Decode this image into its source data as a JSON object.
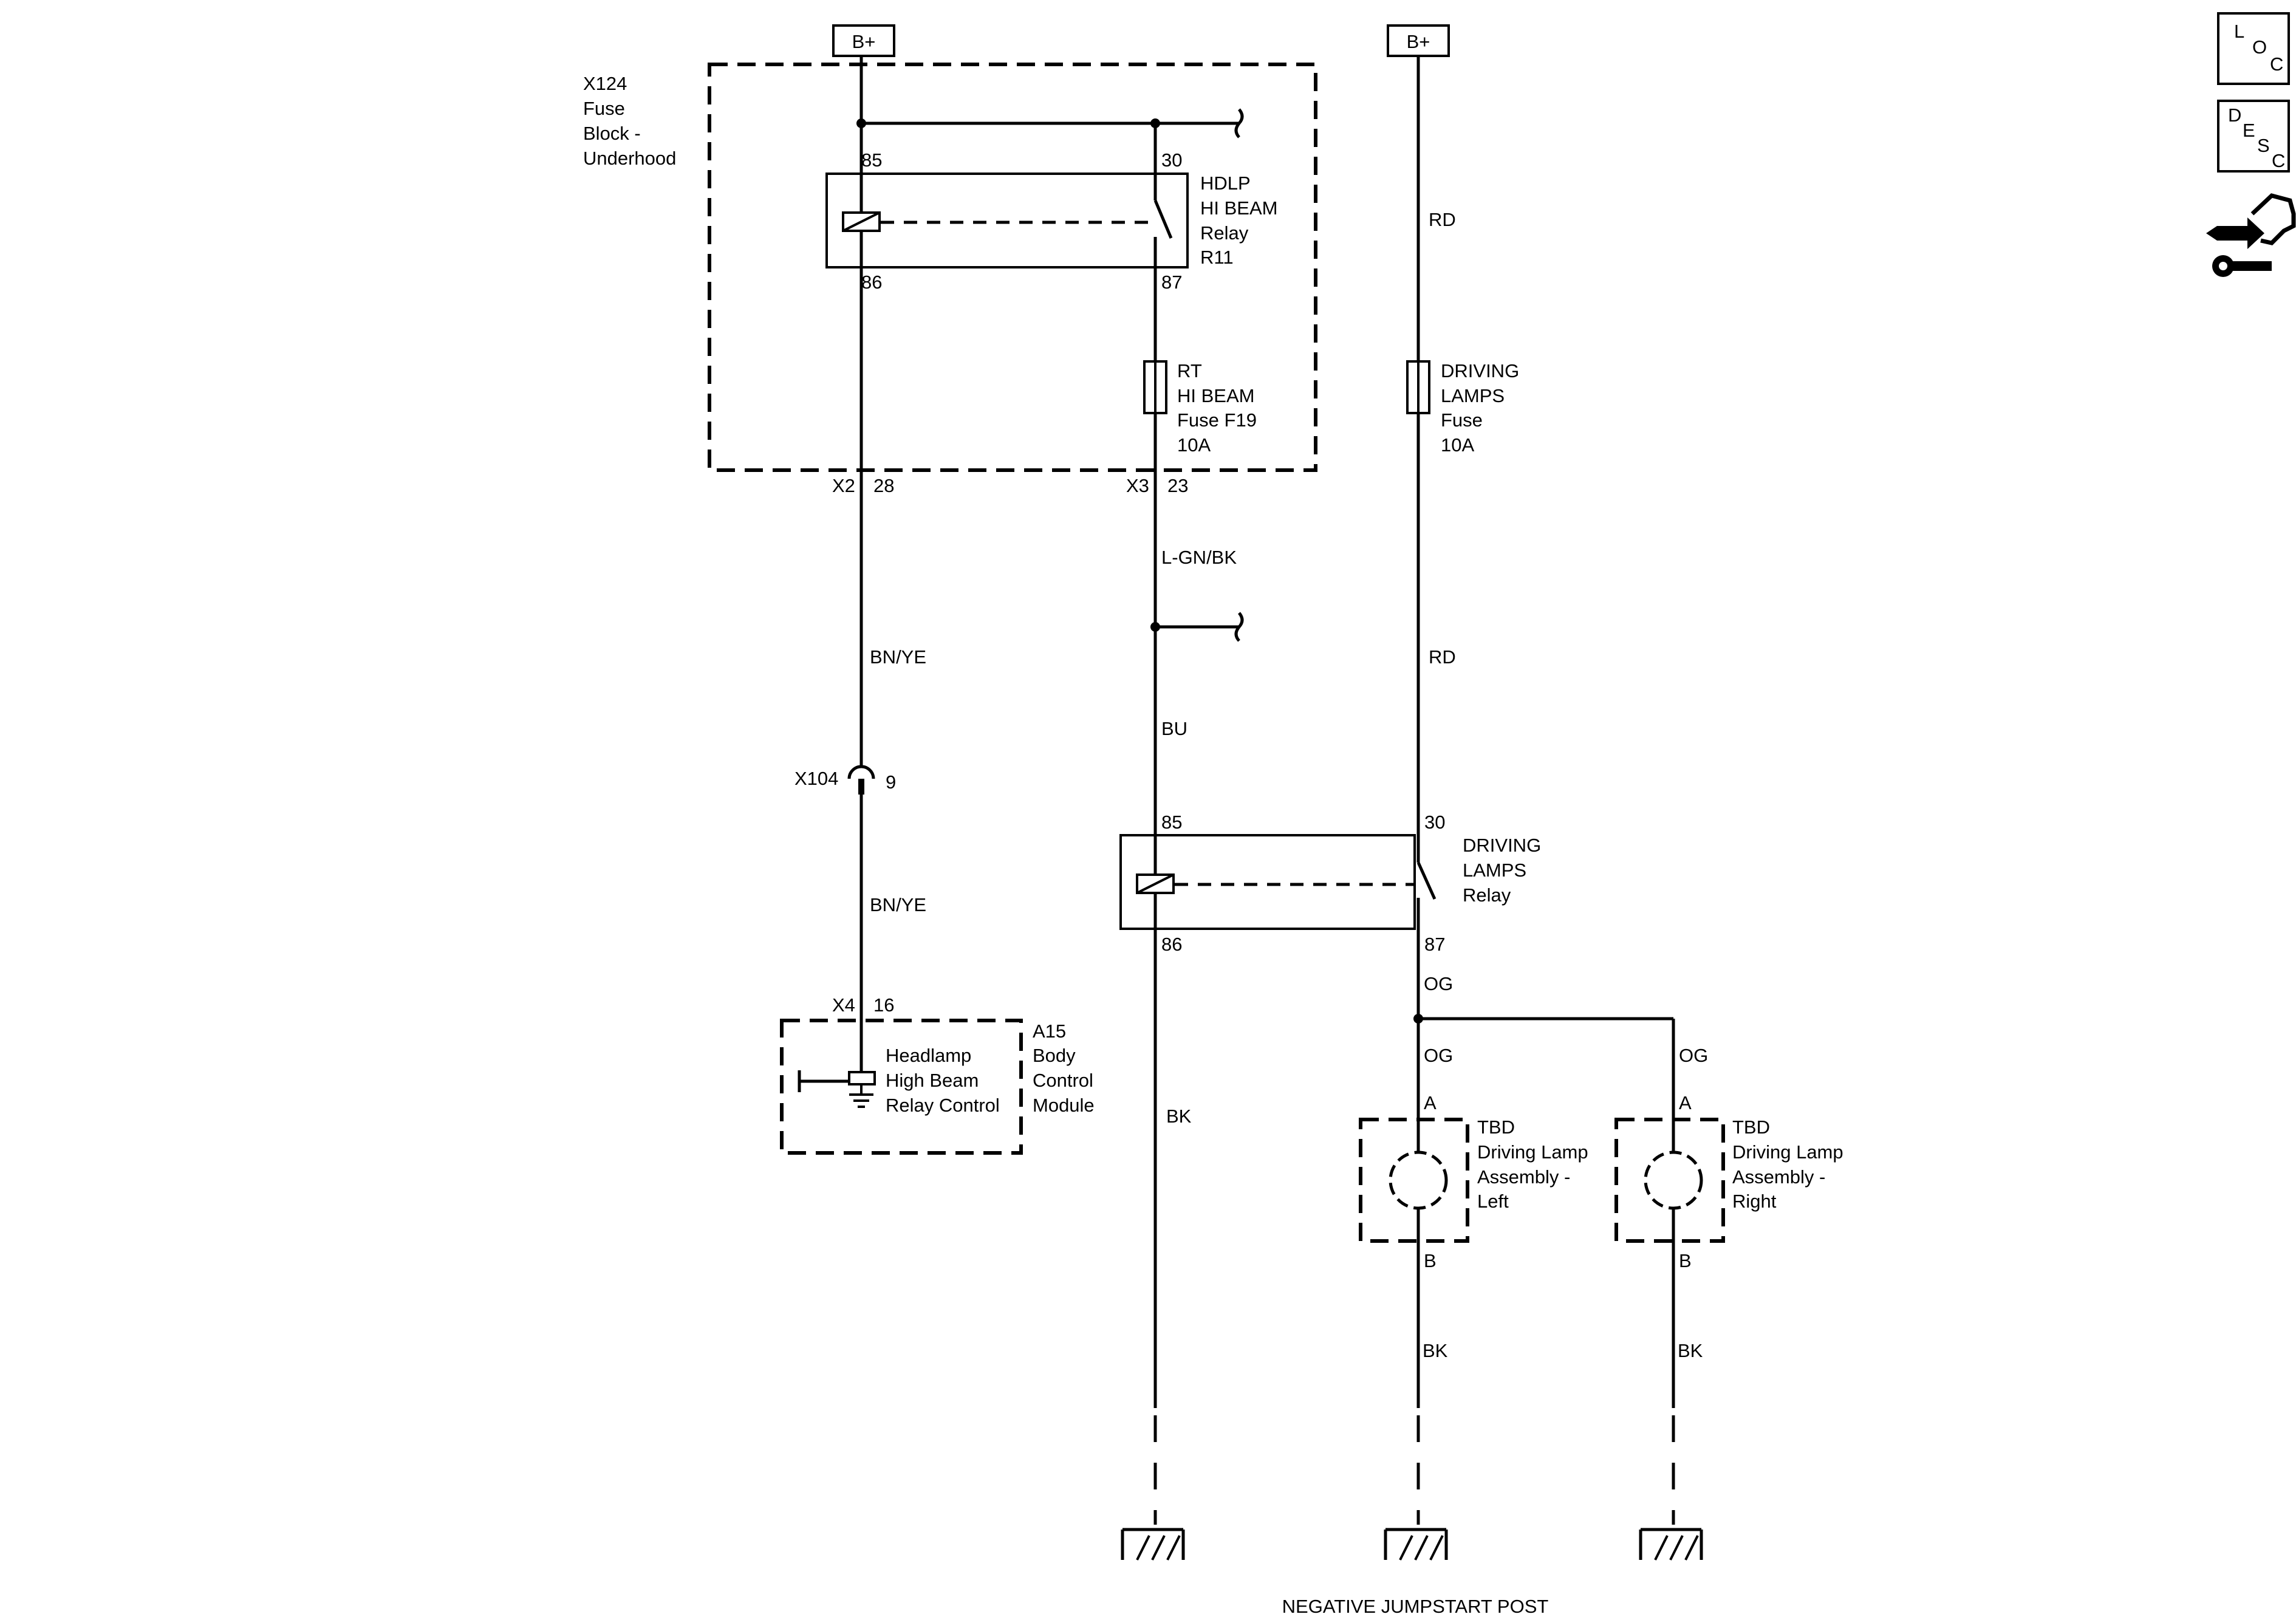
{
  "supply": {
    "left": "B+",
    "right": "B+"
  },
  "fuse_block": {
    "name": "X124",
    "lines": [
      "Fuse",
      "Block -",
      "Underhood"
    ]
  },
  "hdlp_relay": {
    "lines": [
      "HDLP",
      "HI BEAM",
      "Relay",
      "R11"
    ],
    "pin_85": "85",
    "pin_30": "30",
    "pin_86": "86",
    "pin_87": "87"
  },
  "rt_fuse": {
    "lines": [
      "RT",
      "HI BEAM",
      "Fuse F19",
      "10A"
    ]
  },
  "driving_fuse": {
    "lines": [
      "DRIVING",
      "LAMPS",
      "Fuse",
      "10A"
    ]
  },
  "connectors": {
    "x2": {
      "name": "X2",
      "pin": "28"
    },
    "x3": {
      "name": "X3",
      "pin": "23"
    },
    "x104": {
      "name": "X104",
      "pin": "9"
    },
    "x4": {
      "name": "X4",
      "pin": "16"
    }
  },
  "wires": {
    "bn_ye_upper": "BN/YE",
    "bn_ye_lower": "BN/YE",
    "lgn_bk": "L-GN/BK",
    "bu": "BU",
    "bk_relay": "BK",
    "rd_upper": "RD",
    "rd_lower": "RD",
    "og_main": "OG",
    "og_left": "OG",
    "og_right": "OG",
    "bk_left": "BK",
    "bk_right": "BK"
  },
  "driving_relay": {
    "lines": [
      "DRIVING",
      "LAMPS",
      "Relay"
    ],
    "pin_85": "85",
    "pin_30": "30",
    "pin_86": "86",
    "pin_87": "87"
  },
  "bcm": {
    "name": "A15",
    "lines": [
      "Body",
      "Control",
      "Module"
    ],
    "circuit": [
      "Headlamp",
      "High Beam",
      "Relay Control"
    ]
  },
  "lamp_left": {
    "pin_a": "A",
    "pin_b": "B",
    "lines": [
      "TBD",
      "Driving Lamp",
      "Assembly -",
      "Left"
    ]
  },
  "lamp_right": {
    "pin_a": "A",
    "pin_b": "B",
    "lines": [
      "TBD",
      "Driving Lamp",
      "Assembly -",
      "Right"
    ]
  },
  "ground_label": "NEGATIVE JUMPSTART POST",
  "nav": {
    "loc": [
      "L",
      "O",
      "C"
    ],
    "desc": [
      "D",
      "E",
      "S",
      "C"
    ],
    "connector_icon": "connector-repair-icon"
  }
}
